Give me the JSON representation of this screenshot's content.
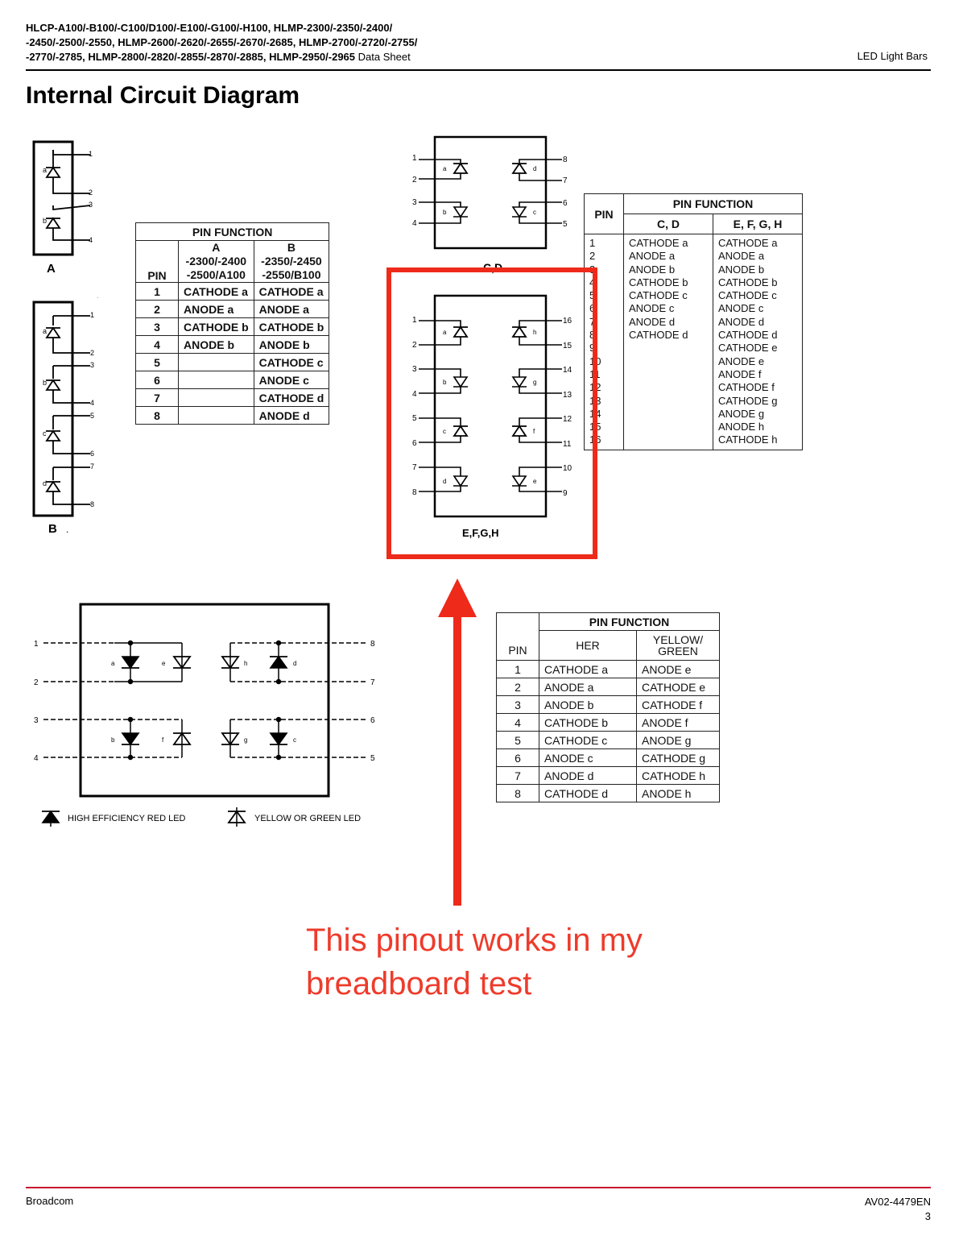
{
  "header": {
    "line1": "HLCP-A100/-B100/-C100/D100/-E100/-G100/-H100, HLMP-2300/-2350/-2400/",
    "line2": "-2450/-2500/-2550, HLMP-2600/-2620/-2655/-2670/-2685, HLMP-2700/-2720/-2755/",
    "line3": "-2770/-2785, HLMP-2800/-2820/-2855/-2870/-2885, HLMP-2950/-2965",
    "doc_type": "Data Sheet",
    "category": "LED Light Bars"
  },
  "section_title": "Internal Circuit Diagram",
  "diagram_labels": {
    "a": "A",
    "b": "B",
    "cd": "C,D",
    "efgh": "E,F,G,H",
    "legend_red": "HIGH EFFICIENCY RED LED",
    "legend_yellow": "YELLOW OR GREEN LED"
  },
  "table_ab": {
    "title": "PIN FUNCTION",
    "pin_header": "PIN",
    "col_a": [
      "A",
      "-2300/-2400",
      "-2500/A100"
    ],
    "col_b": [
      "B",
      "-2350/-2450",
      "-2550/B100"
    ],
    "rows": [
      {
        "pin": "1",
        "a": "CATHODE a",
        "b": "CATHODE a"
      },
      {
        "pin": "2",
        "a": "ANODE a",
        "b": "ANODE a"
      },
      {
        "pin": "3",
        "a": "CATHODE b",
        "b": "CATHODE b"
      },
      {
        "pin": "4",
        "a": "ANODE b",
        "b": "ANODE b"
      },
      {
        "pin": "5",
        "a": "",
        "b": "CATHODE c"
      },
      {
        "pin": "6",
        "a": "",
        "b": "ANODE c"
      },
      {
        "pin": "7",
        "a": "",
        "b": "CATHODE d"
      },
      {
        "pin": "8",
        "a": "",
        "b": "ANODE d"
      }
    ]
  },
  "table_cdefgh": {
    "title": "PIN FUNCTION",
    "pin_header": "PIN",
    "col_cd": "C, D",
    "col_efgh": "E, F, G, H",
    "pins": "1\n2\n3\n4\n5\n6\n7\n8\n9\n10\n11\n12\n13\n14\n15\n16",
    "cd": "CATHODE a\nANODE a\nANODE b\nCATHODE b\nCATHODE c\nANODE c\nANODE d\nCATHODE d",
    "efgh": "CATHODE a\nANODE a\nANODE b\nCATHODE b\nCATHODE c\nANODE c\nANODE d\nCATHODE d\nCATHODE e\nANODE e\nANODE f\nCATHODE f\nCATHODE g\nANODE g\nANODE h\nCATHODE h"
  },
  "table_dual": {
    "title": "PIN FUNCTION",
    "pin_header": "PIN",
    "col_her": "HER",
    "col_yg": "YELLOW/ GREEN",
    "rows": [
      {
        "pin": "1",
        "her": "CATHODE a",
        "yg": "ANODE e"
      },
      {
        "pin": "2",
        "her": "ANODE a",
        "yg": "CATHODE e"
      },
      {
        "pin": "3",
        "her": "ANODE b",
        "yg": "CATHODE f"
      },
      {
        "pin": "4",
        "her": "CATHODE b",
        "yg": "ANODE f"
      },
      {
        "pin": "5",
        "her": "CATHODE c",
        "yg": "ANODE g"
      },
      {
        "pin": "6",
        "her": "ANODE c",
        "yg": "CATHODE g"
      },
      {
        "pin": "7",
        "her": "ANODE d",
        "yg": "CATHODE h"
      },
      {
        "pin": "8",
        "her": "CATHODE d",
        "yg": "ANODE h"
      }
    ]
  },
  "annotation": {
    "text": "This pinout works in my breadboard test",
    "color": "#ee3b2b"
  },
  "footer": {
    "company": "Broadcom",
    "doc_number": "AV02-4479EN",
    "page": "3"
  }
}
